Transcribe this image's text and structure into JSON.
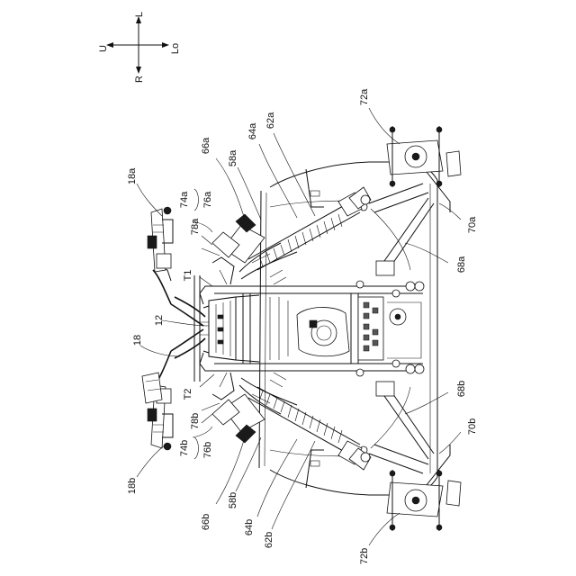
{
  "orientation": {
    "up": "U",
    "left": "L",
    "lower": "Lo",
    "right": "R"
  },
  "labels": {
    "l18a": "18a",
    "l18": "18",
    "l18b": "18b",
    "l12": "12",
    "lT1": "T1",
    "lT2": "T2",
    "l74a": "74a",
    "l76a": "76a",
    "l78a": "78a",
    "l74b": "74b",
    "l76b": "76b",
    "l78b": "78b",
    "l66a": "66a",
    "l58a": "58a",
    "l64a": "64a",
    "l62a": "62a",
    "l66b": "66b",
    "l58b": "58b",
    "l64b": "64b",
    "l62b": "62b",
    "l72a": "72a",
    "l72b": "72b",
    "l70a": "70a",
    "l70b": "70b",
    "l68a": "68a",
    "l68b": "68b"
  }
}
